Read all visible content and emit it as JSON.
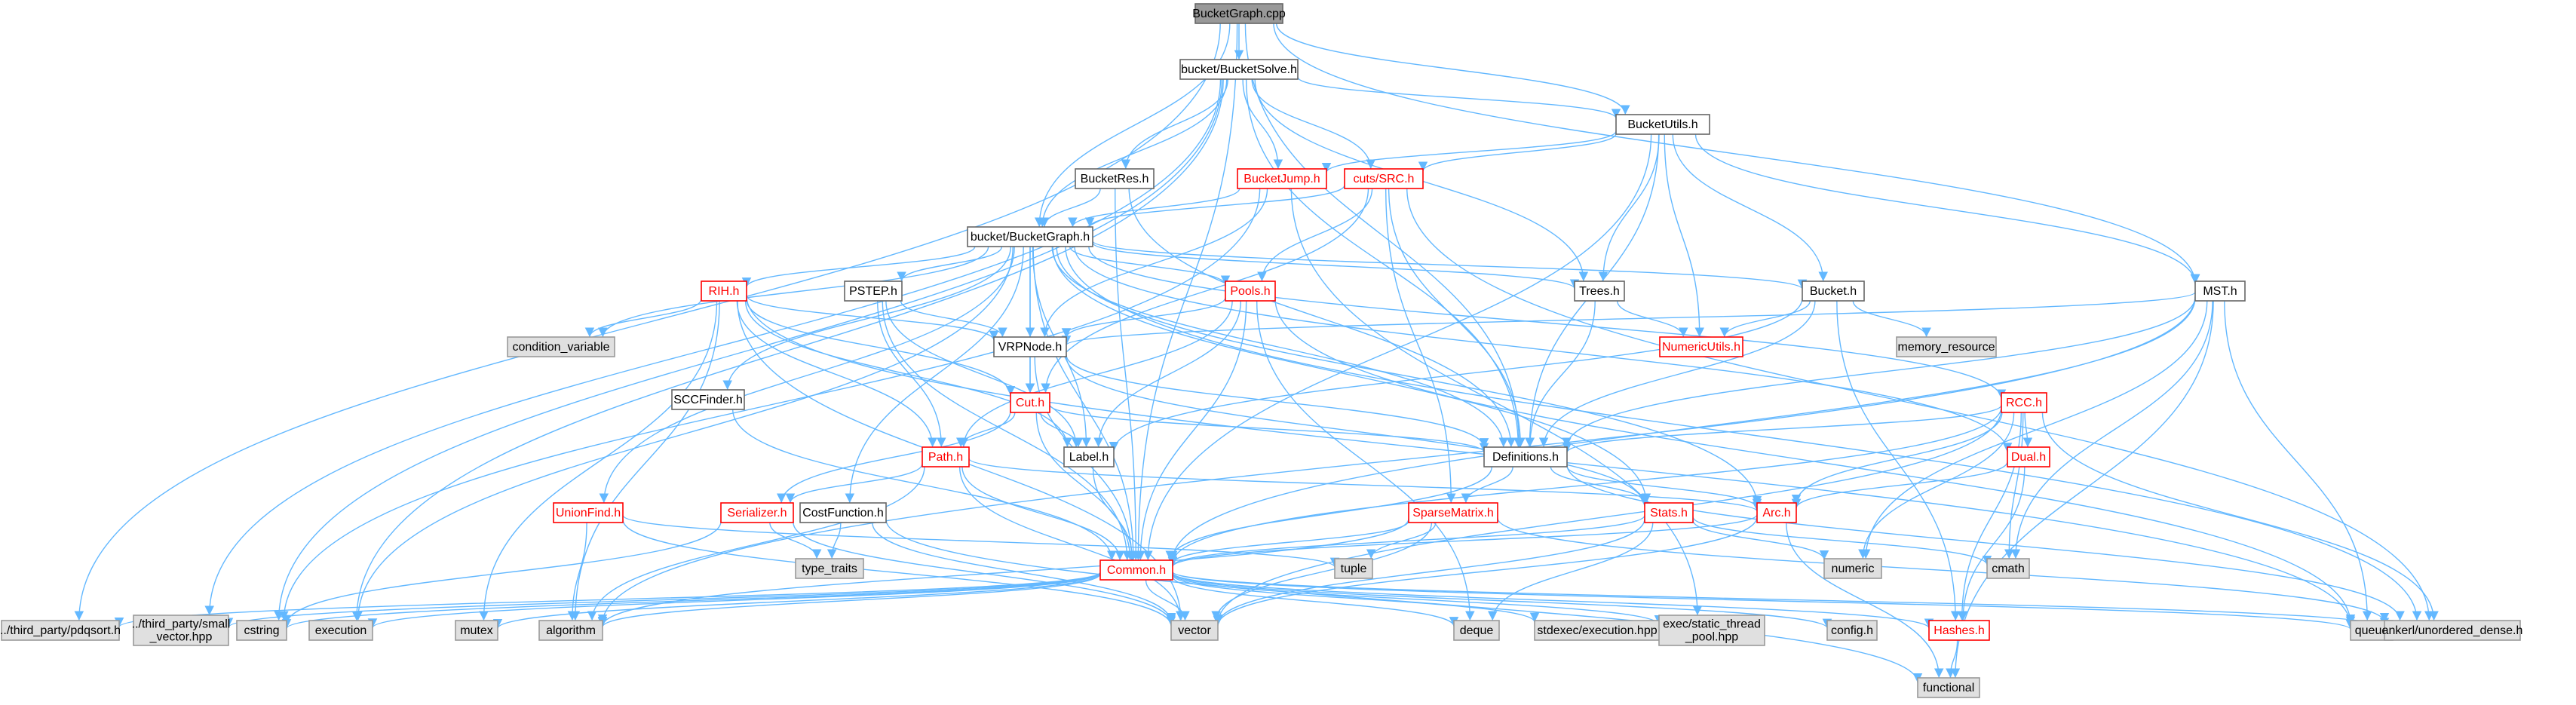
{
  "colors": {
    "edge": "#63b8ff",
    "root_fill": "#999999",
    "root_stroke": "#666666",
    "normal_fill": "#ffffff",
    "normal_stroke": "#666666",
    "red_stroke": "#ff0000",
    "red_text": "#ff0000",
    "system_fill": "#e0e0e0",
    "system_stroke": "#999999",
    "text": "#000000"
  },
  "nodes": [
    {
      "id": "root",
      "label": "BucketGraph.cpp",
      "kind": "root"
    },
    {
      "id": "bucketsolve",
      "label": "bucket/BucketSolve.h",
      "kind": "normal"
    },
    {
      "id": "bucketutils",
      "label": "BucketUtils.h",
      "kind": "normal"
    },
    {
      "id": "bucketjump",
      "label": "BucketJump.h",
      "kind": "red"
    },
    {
      "id": "cutssrc",
      "label": "cuts/SRC.h",
      "kind": "red"
    },
    {
      "id": "bucketres",
      "label": "BucketRes.h",
      "kind": "normal"
    },
    {
      "id": "bucketgraph",
      "label": "bucket/BucketGraph.h",
      "kind": "normal"
    },
    {
      "id": "rih",
      "label": "RIH.h",
      "kind": "red"
    },
    {
      "id": "pstep",
      "label": "PSTEP.h",
      "kind": "normal"
    },
    {
      "id": "pools",
      "label": "Pools.h",
      "kind": "red"
    },
    {
      "id": "trees",
      "label": "Trees.h",
      "kind": "normal"
    },
    {
      "id": "buckethdr",
      "label": "Bucket.h",
      "kind": "normal"
    },
    {
      "id": "msth",
      "label": "MST.h",
      "kind": "normal"
    },
    {
      "id": "condvar",
      "label": "condition_variable",
      "kind": "system"
    },
    {
      "id": "vrpnode",
      "label": "VRPNode.h",
      "kind": "normal"
    },
    {
      "id": "numericutils",
      "label": "NumericUtils.h",
      "kind": "red"
    },
    {
      "id": "memres",
      "label": "memory_resource",
      "kind": "system"
    },
    {
      "id": "sccfinder",
      "label": "SCCFinder.h",
      "kind": "normal"
    },
    {
      "id": "cut",
      "label": "Cut.h",
      "kind": "red"
    },
    {
      "id": "rcc",
      "label": "RCC.h",
      "kind": "red"
    },
    {
      "id": "path",
      "label": "Path.h",
      "kind": "red"
    },
    {
      "id": "labelh",
      "label": "Label.h",
      "kind": "normal"
    },
    {
      "id": "definitions",
      "label": "Definitions.h",
      "kind": "normal"
    },
    {
      "id": "dual",
      "label": "Dual.h",
      "kind": "red"
    },
    {
      "id": "unionfind",
      "label": "UnionFind.h",
      "kind": "red"
    },
    {
      "id": "serializer",
      "label": "Serializer.h",
      "kind": "red"
    },
    {
      "id": "costfunction",
      "label": "CostFunction.h",
      "kind": "normal"
    },
    {
      "id": "sparsematrix",
      "label": "SparseMatrix.h",
      "kind": "red"
    },
    {
      "id": "stats",
      "label": "Stats.h",
      "kind": "red"
    },
    {
      "id": "arc",
      "label": "Arc.h",
      "kind": "red"
    },
    {
      "id": "typetraits",
      "label": "type_traits",
      "kind": "system"
    },
    {
      "id": "tuple",
      "label": "tuple",
      "kind": "system"
    },
    {
      "id": "common",
      "label": "Common.h",
      "kind": "red"
    },
    {
      "id": "numeric",
      "label": "numeric",
      "kind": "system"
    },
    {
      "id": "cmath",
      "label": "cmath",
      "kind": "system"
    },
    {
      "id": "pdqsort",
      "label": "../third_party/pdqsort.h",
      "kind": "system"
    },
    {
      "id": "smallvector",
      "label": "../third_party/small\n_vector.hpp",
      "kind": "system"
    },
    {
      "id": "cstring",
      "label": "cstring",
      "kind": "system"
    },
    {
      "id": "execution",
      "label": "execution",
      "kind": "system"
    },
    {
      "id": "mutex",
      "label": "mutex",
      "kind": "system"
    },
    {
      "id": "algorithm",
      "label": "algorithm",
      "kind": "system"
    },
    {
      "id": "vector",
      "label": "vector",
      "kind": "system"
    },
    {
      "id": "deque",
      "label": "deque",
      "kind": "system"
    },
    {
      "id": "stdexec",
      "label": "stdexec/execution.hpp",
      "kind": "system"
    },
    {
      "id": "exechpool",
      "label": "exec/static_thread\n_pool.hpp",
      "kind": "system"
    },
    {
      "id": "configh",
      "label": "config.h",
      "kind": "system"
    },
    {
      "id": "hashes",
      "label": "Hashes.h",
      "kind": "red"
    },
    {
      "id": "queue",
      "label": "queue",
      "kind": "system"
    },
    {
      "id": "ankerl",
      "label": "ankerl/unordered_dense.h",
      "kind": "system"
    },
    {
      "id": "functional",
      "label": "functional",
      "kind": "system"
    }
  ],
  "edges": [
    [
      "root",
      "bucketsolve"
    ],
    [
      "root",
      "bucketutils"
    ],
    [
      "root",
      "msth"
    ],
    [
      "root",
      "bucketgraph"
    ],
    [
      "root",
      "pdqsort"
    ],
    [
      "root",
      "common"
    ],
    [
      "root",
      "definitions"
    ],
    [
      "bucketsolve",
      "bucketutils"
    ],
    [
      "bucketsolve",
      "bucketjump"
    ],
    [
      "bucketsolve",
      "cutssrc"
    ],
    [
      "bucketsolve",
      "bucketres"
    ],
    [
      "bucketsolve",
      "trees"
    ],
    [
      "bucketsolve",
      "definitions"
    ],
    [
      "bucketsolve",
      "cstring"
    ],
    [
      "bucketsolve",
      "execution"
    ],
    [
      "bucketsolve",
      "smallvector"
    ],
    [
      "bucketsolve",
      "bucketgraph"
    ],
    [
      "bucketutils",
      "cutssrc"
    ],
    [
      "bucketutils",
      "bucketjump"
    ],
    [
      "bucketutils",
      "trees"
    ],
    [
      "bucketutils",
      "buckethdr"
    ],
    [
      "bucketutils",
      "msth"
    ],
    [
      "bucketutils",
      "numericutils"
    ],
    [
      "bucketutils",
      "definitions"
    ],
    [
      "bucketutils",
      "common"
    ],
    [
      "bucketjump",
      "bucketgraph"
    ],
    [
      "bucketjump",
      "vrpnode"
    ],
    [
      "bucketjump",
      "cstring"
    ],
    [
      "bucketjump",
      "exechpool"
    ],
    [
      "cutssrc",
      "bucketgraph"
    ],
    [
      "cutssrc",
      "pools"
    ],
    [
      "cutssrc",
      "definitions"
    ],
    [
      "cutssrc",
      "sparsematrix"
    ],
    [
      "cutssrc",
      "cut"
    ],
    [
      "cutssrc",
      "ankerl"
    ],
    [
      "bucketres",
      "bucketgraph"
    ],
    [
      "bucketres",
      "definitions"
    ],
    [
      "bucketres",
      "common"
    ],
    [
      "bucketgraph",
      "rih"
    ],
    [
      "bucketgraph",
      "pstep"
    ],
    [
      "bucketgraph",
      "pools"
    ],
    [
      "bucketgraph",
      "trees"
    ],
    [
      "bucketgraph",
      "buckethdr"
    ],
    [
      "bucketgraph",
      "rcc"
    ],
    [
      "bucketgraph",
      "condvar"
    ],
    [
      "bucketgraph",
      "vrpnode"
    ],
    [
      "bucketgraph",
      "cut"
    ],
    [
      "bucketgraph",
      "sccfinder"
    ],
    [
      "bucketgraph",
      "labelh"
    ],
    [
      "bucketgraph",
      "definitions"
    ],
    [
      "bucketgraph",
      "unionfind"
    ],
    [
      "bucketgraph",
      "costfunction"
    ],
    [
      "bucketgraph",
      "dual"
    ],
    [
      "bucketgraph",
      "arc"
    ],
    [
      "bucketgraph",
      "stats"
    ],
    [
      "bucketgraph",
      "execution"
    ],
    [
      "bucketgraph",
      "common"
    ],
    [
      "bucketgraph",
      "ankerl"
    ],
    [
      "rih",
      "condvar"
    ],
    [
      "rih",
      "vrpnode"
    ],
    [
      "rih",
      "cut"
    ],
    [
      "rih",
      "path"
    ],
    [
      "rih",
      "labelh"
    ],
    [
      "rih",
      "mutex"
    ],
    [
      "rih",
      "algorithm"
    ],
    [
      "rih",
      "vector"
    ],
    [
      "rih",
      "queue"
    ],
    [
      "pstep",
      "vrpnode"
    ],
    [
      "pstep",
      "path"
    ],
    [
      "pstep",
      "labelh"
    ],
    [
      "pstep",
      "common"
    ],
    [
      "pools",
      "vrpnode"
    ],
    [
      "pools",
      "labelh"
    ],
    [
      "pools",
      "path"
    ],
    [
      "pools",
      "common"
    ],
    [
      "pools",
      "deque"
    ],
    [
      "pools",
      "queue"
    ],
    [
      "trees",
      "numericutils"
    ],
    [
      "trees",
      "definitions"
    ],
    [
      "buckethdr",
      "numericutils"
    ],
    [
      "buckethdr",
      "memres"
    ],
    [
      "buckethdr",
      "definitions"
    ],
    [
      "buckethdr",
      "labelh"
    ],
    [
      "buckethdr",
      "hashes"
    ],
    [
      "msth",
      "vrpnode"
    ],
    [
      "msth",
      "definitions"
    ],
    [
      "msth",
      "cmath"
    ],
    [
      "msth",
      "queue"
    ],
    [
      "msth",
      "numeric"
    ],
    [
      "msth",
      "functional"
    ],
    [
      "msth",
      "algorithm"
    ],
    [
      "msth",
      "common"
    ],
    [
      "vrpnode",
      "cut"
    ],
    [
      "vrpnode",
      "definitions"
    ],
    [
      "vrpnode",
      "common"
    ],
    [
      "vrpnode",
      "stats"
    ],
    [
      "sccfinder",
      "common"
    ],
    [
      "cut",
      "path"
    ],
    [
      "cut",
      "labelh"
    ],
    [
      "cut",
      "definitions"
    ],
    [
      "cut",
      "serializer"
    ],
    [
      "cut",
      "common"
    ],
    [
      "rcc",
      "dual"
    ],
    [
      "rcc",
      "arc"
    ],
    [
      "rcc",
      "definitions"
    ],
    [
      "rcc",
      "numeric"
    ],
    [
      "rcc",
      "cmath"
    ],
    [
      "rcc",
      "hashes"
    ],
    [
      "rcc",
      "ankerl"
    ],
    [
      "rcc",
      "common"
    ],
    [
      "rcc",
      "vector"
    ],
    [
      "path",
      "serializer"
    ],
    [
      "path",
      "common"
    ],
    [
      "path",
      "arc"
    ],
    [
      "path",
      "algorithm"
    ],
    [
      "path",
      "vector"
    ],
    [
      "labelh",
      "common"
    ],
    [
      "definitions",
      "sparsematrix"
    ],
    [
      "definitions",
      "stats"
    ],
    [
      "definitions",
      "arc"
    ],
    [
      "definitions",
      "common"
    ],
    [
      "definitions",
      "ankerl"
    ],
    [
      "dual",
      "arc"
    ],
    [
      "dual",
      "hashes"
    ],
    [
      "unionfind",
      "algorithm"
    ],
    [
      "unionfind",
      "vector"
    ],
    [
      "unionfind",
      "tuple"
    ],
    [
      "serializer",
      "cstring"
    ],
    [
      "serializer",
      "vector"
    ],
    [
      "serializer",
      "typetraits"
    ],
    [
      "costfunction",
      "typetraits"
    ],
    [
      "costfunction",
      "vector"
    ],
    [
      "costfunction",
      "functional"
    ],
    [
      "sparsematrix",
      "common"
    ],
    [
      "sparsematrix",
      "vector"
    ],
    [
      "sparsematrix",
      "algorithm"
    ],
    [
      "sparsematrix",
      "ankerl"
    ],
    [
      "sparsematrix",
      "tuple"
    ],
    [
      "stats",
      "common"
    ],
    [
      "stats",
      "vector"
    ],
    [
      "stats",
      "deque"
    ],
    [
      "stats",
      "cmath"
    ],
    [
      "stats",
      "numeric"
    ],
    [
      "arc",
      "common"
    ],
    [
      "arc",
      "functional"
    ],
    [
      "arc",
      "vector"
    ],
    [
      "common",
      "pdqsort"
    ],
    [
      "common",
      "smallvector"
    ],
    [
      "common",
      "cstring"
    ],
    [
      "common",
      "execution"
    ],
    [
      "common",
      "mutex"
    ],
    [
      "common",
      "algorithm"
    ],
    [
      "common",
      "vector"
    ],
    [
      "common",
      "deque"
    ],
    [
      "common",
      "stdexec"
    ],
    [
      "common",
      "exechpool"
    ],
    [
      "common",
      "configh"
    ],
    [
      "common",
      "hashes"
    ],
    [
      "common",
      "queue"
    ],
    [
      "common",
      "ankerl"
    ],
    [
      "hashes",
      "functional"
    ]
  ]
}
